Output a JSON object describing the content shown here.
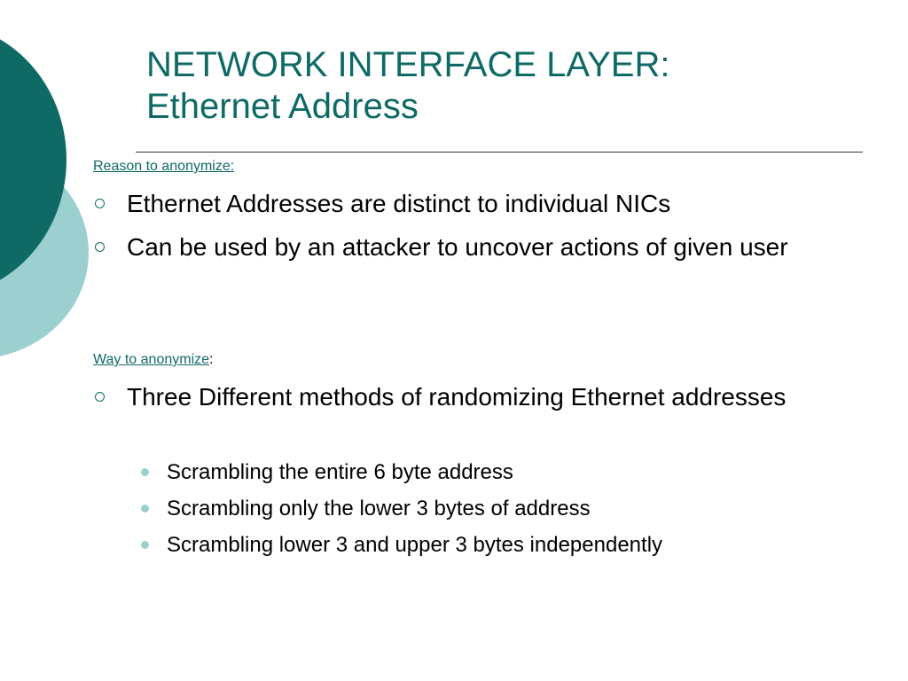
{
  "slide": {
    "title_line1": "NETWORK INTERFACE LAYER:",
    "title_line2": "Ethernet Address",
    "sections": [
      {
        "label": "Reason to anonymize:",
        "suffix": "",
        "bullets": [
          "Ethernet Addresses are distinct to individual NICs",
          "Can be used by an attacker to uncover actions of given user"
        ]
      },
      {
        "label": "Way to anonymize",
        "suffix": ":",
        "bullets": [
          "Three Different methods of randomizing Ethernet addresses"
        ],
        "sub_bullets": [
          "Scrambling the entire 6 byte address",
          "Scrambling only the lower 3 bytes of address",
          "Scrambling lower 3 and upper 3 bytes independently"
        ]
      }
    ]
  },
  "colors": {
    "accent_dark": "#0f6a66",
    "accent_light": "#9ccfd0"
  }
}
